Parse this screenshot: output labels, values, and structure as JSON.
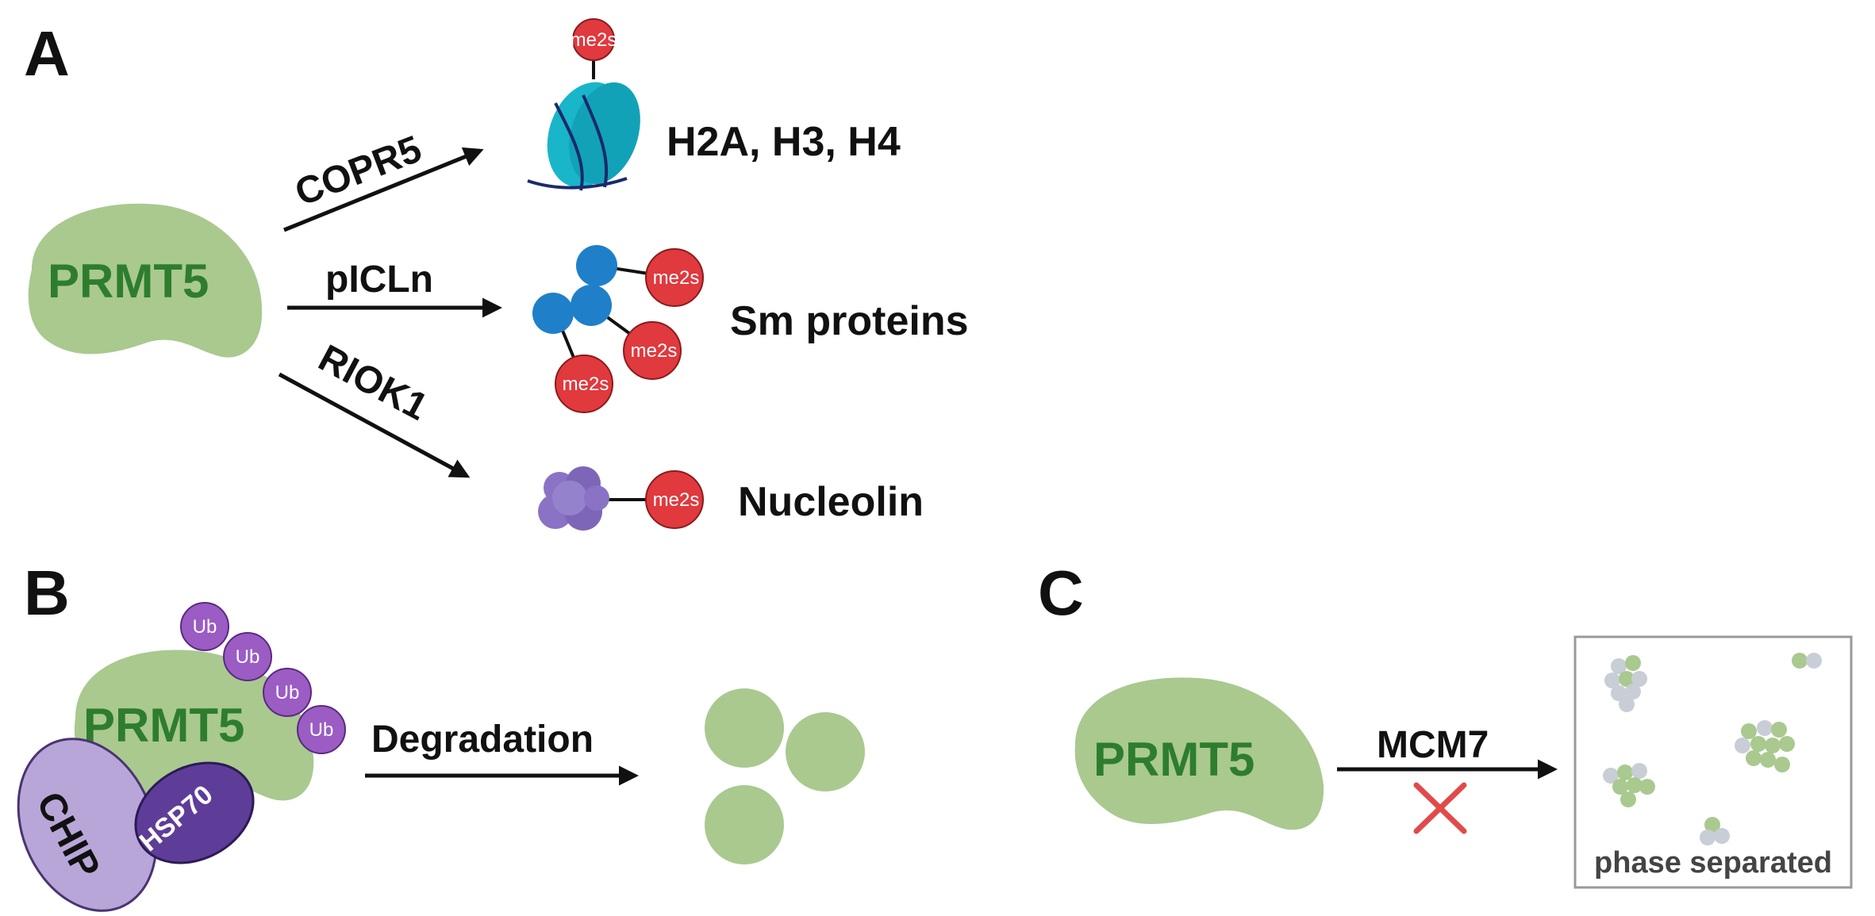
{
  "panels": {
    "a": "A",
    "b": "B",
    "c": "C"
  },
  "panel_a": {
    "enzyme": "PRMT5",
    "pathways": [
      {
        "cofactor": "COPR5",
        "target": "H2A, H3, H4"
      },
      {
        "cofactor": "pICLn",
        "target": "Sm proteins"
      },
      {
        "cofactor": "RIOK1",
        "target": "Nucleolin"
      }
    ],
    "mark": "me2s"
  },
  "panel_b": {
    "enzyme": "PRMT5",
    "ub_tag": "Ub",
    "chip": "CHIP",
    "hsp70": "HSP70",
    "process": "Degradation"
  },
  "panel_c": {
    "enzyme": "PRMT5",
    "factor": "MCM7",
    "state": "phase separated"
  },
  "colors": {
    "prmt5_blob": "#a9c98f",
    "prmt5_text": "#2e7d2e",
    "me2s_red": "#e0393e",
    "sm_blue": "#1f7fc9",
    "nucleosome": "#19b5c9",
    "ub_purple": "#9b5cc4",
    "chip_lavender": "#b8a6d9",
    "hsp70_purple": "#5e3d99",
    "inhibit_red": "#e24a4a"
  }
}
